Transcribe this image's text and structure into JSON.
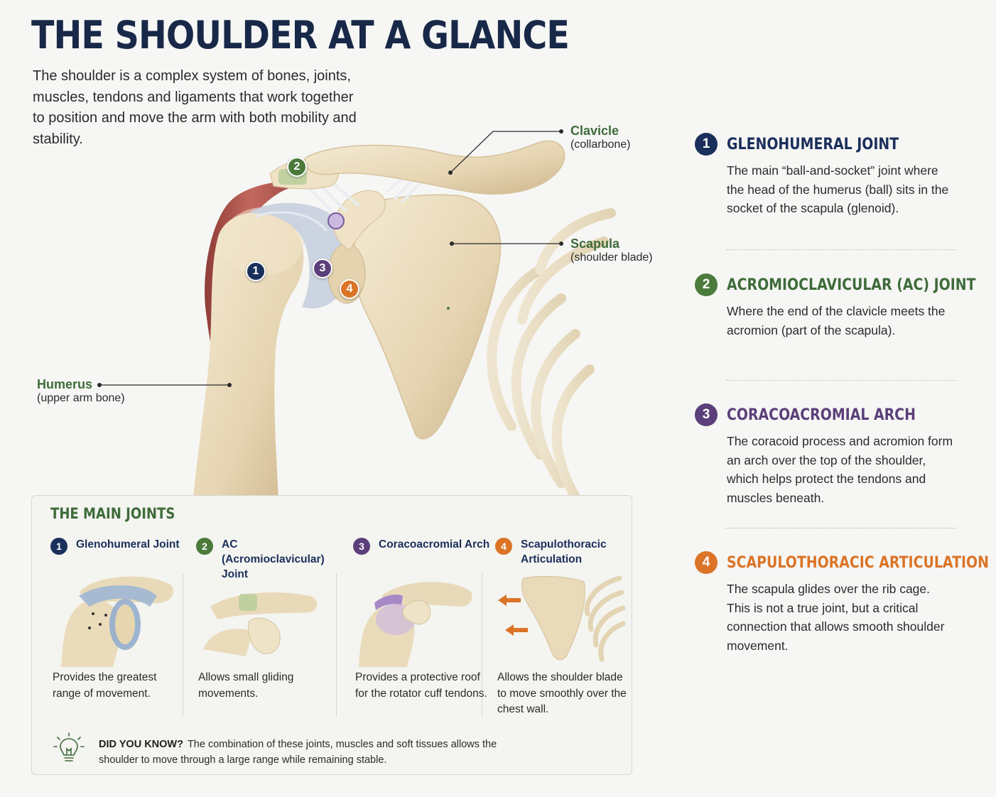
{
  "title": "THE SHOULDER AT A GLANCE",
  "intro": "The shoulder is a complex system of bones, joints, muscles, tendons and ligaments that work together to position and move the arm with both mobility and stability.",
  "callouts": {
    "clavicle": {
      "label": "Clavicle",
      "sub": "(collarbone)"
    },
    "scapula": {
      "label": "Scapula",
      "sub": "(shoulder blade)"
    },
    "humerus": {
      "label": "Humerus",
      "sub": "(upper arm bone)"
    }
  },
  "markers": [
    "1",
    "2",
    "3",
    "4"
  ],
  "colors": {
    "navy": "#1b2f5c",
    "green": "#4b7a3b",
    "purple": "#5b3f7a",
    "orange": "#db7427",
    "bone": "#ecdfc4",
    "muscle": "#b2574f"
  },
  "joints": [
    {
      "num": "1",
      "title": "GLENOHUMERAL JOINT",
      "desc": "The main “ball-and-socket” joint where the head of the humerus (ball) sits in the socket of the scapula (glenoid)."
    },
    {
      "num": "2",
      "title": "ACROMIOCLAVICULAR (AC) JOINT",
      "desc": "Where the end of the clavicle meets the acromion (part of the scapula)."
    },
    {
      "num": "3",
      "title": "CORACOACROMIAL ARCH",
      "desc": "The coracoid process and acromion form an arch over the top of the shoulder, which helps protect the tendons and muscles beneath."
    },
    {
      "num": "4",
      "title": "SCAPULOTHORACIC ARTICULATION",
      "desc": "The scapula glides over the rib cage. This is not a true joint, but a critical connection that allows smooth shoulder movement."
    }
  ],
  "panel": {
    "title": "THE MAIN JOINTS",
    "items": [
      {
        "num": "1",
        "title": "Glenohumeral Joint",
        "desc": "Provides the greatest range of movement."
      },
      {
        "num": "2",
        "title": "AC (Acromioclavicular) Joint",
        "desc": "Allows small gliding movements."
      },
      {
        "num": "3",
        "title": "Coracoacromial Arch",
        "desc": "Provides a protective roof for the rotator cuff tendons."
      },
      {
        "num": "4",
        "title": "Scapulothoracic Articulation",
        "desc": "Allows the shoulder blade to move smoothly over the chest wall."
      }
    ],
    "did_you_know": {
      "label": "DID YOU KNOW?",
      "text": "The combination of these joints, muscles and soft tissues allows the shoulder to move through a large range while remaining stable."
    }
  }
}
